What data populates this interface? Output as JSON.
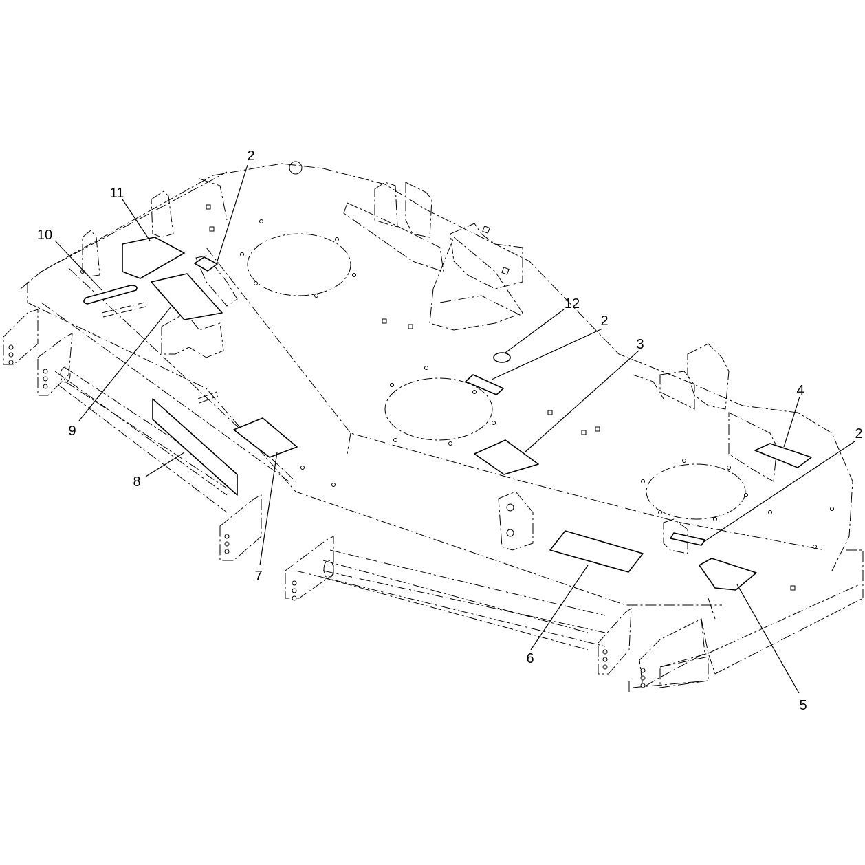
{
  "callouts": [
    {
      "id": "c2a",
      "label": "2"
    },
    {
      "id": "c11",
      "label": "11"
    },
    {
      "id": "c10",
      "label": "10"
    },
    {
      "id": "c9",
      "label": "9"
    },
    {
      "id": "c8",
      "label": "8"
    },
    {
      "id": "c7",
      "label": "7"
    },
    {
      "id": "c12",
      "label": "12"
    },
    {
      "id": "c2b",
      "label": "2"
    },
    {
      "id": "c3",
      "label": "3"
    },
    {
      "id": "c4",
      "label": "4"
    },
    {
      "id": "c2c",
      "label": "2"
    },
    {
      "id": "c6",
      "label": "6"
    },
    {
      "id": "c5",
      "label": "5"
    }
  ]
}
